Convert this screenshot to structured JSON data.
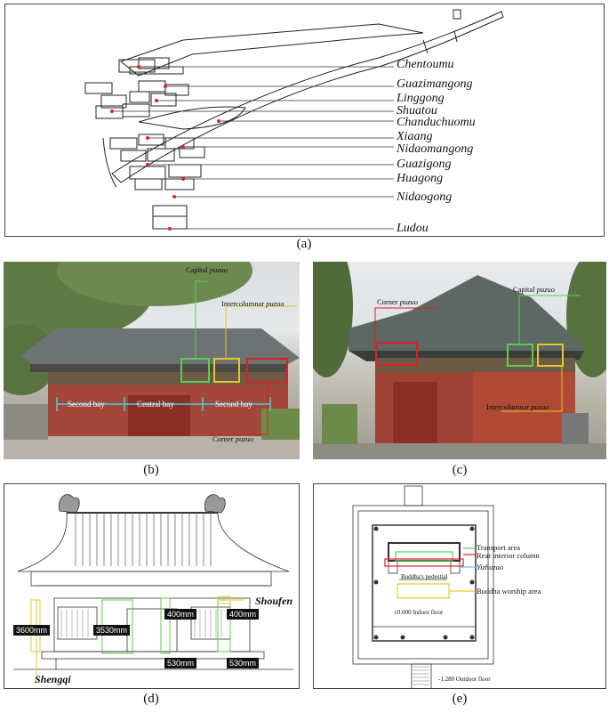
{
  "captions": {
    "a": "(a)",
    "b": "(b)",
    "c": "(c)",
    "d": "(d)",
    "e": "(e)"
  },
  "panel_a": {
    "labels": [
      "Chentoumu",
      "Guazimangong",
      "Linggong",
      "Shuatou",
      "Chanduchuomu",
      "Xiaang",
      "Nidaomangong",
      "Guazigong",
      "Huagong",
      "Nidaogong",
      "Ludou"
    ]
  },
  "panel_b": {
    "capital": "Capital ",
    "intercol": "Intercolumnar ",
    "puzuo": "puzuo",
    "corner": "Corner ",
    "bays": [
      "Second bay",
      "Central bay",
      "Second bay"
    ]
  },
  "panel_c": {
    "corner": "Corner ",
    "capital": "Capital ",
    "intercol": "Intercolumnar ",
    "puzuo": "puzuo"
  },
  "panel_d": {
    "shoufen": "Shoufen",
    "shengqi": "Shengqi",
    "dims": [
      "3600mm",
      "3530mm",
      "400mm",
      "400mm",
      "530mm",
      "530mm"
    ]
  },
  "panel_e": {
    "legend": [
      "Transport area",
      "Rear interior column",
      "Buddha worship area"
    ],
    "yizhuzao": "Yizhuzao",
    "pedestal": "Buddha's pedestial",
    "indoor": "±0.000 Indoor floor",
    "outdoor": "-1.280 Outdoor floor"
  },
  "colors": {
    "red": "#e02020",
    "green": "#5ccf4a",
    "yellow": "#e8c62a",
    "cyan": "#49d0e0"
  }
}
